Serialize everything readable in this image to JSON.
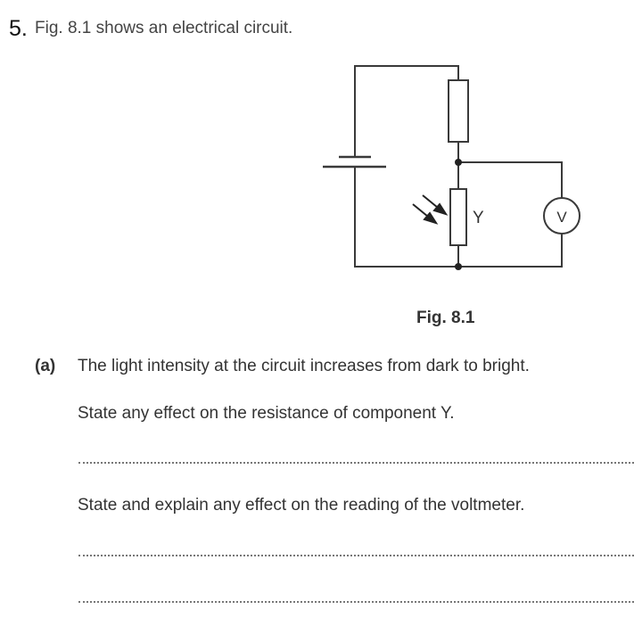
{
  "question": {
    "number": "5.",
    "intro": "Fig. 8.1 shows an electrical circuit."
  },
  "figure": {
    "caption": "Fig. 8.1",
    "component_label": "Y",
    "meter_label": "V",
    "components": [
      "cell",
      "fixed-resistor",
      "light-dependent-resistor",
      "voltmeter"
    ]
  },
  "part_a": {
    "label": "(a)",
    "text": "The light intensity at the circuit increases from dark to bright.",
    "questions": [
      {
        "text": "State any effect on the resistance of component Y.",
        "answer": ""
      },
      {
        "text": "State and explain any effect on the reading of the voltmeter.",
        "answer_line_1": "",
        "answer_line_2": ""
      }
    ]
  }
}
